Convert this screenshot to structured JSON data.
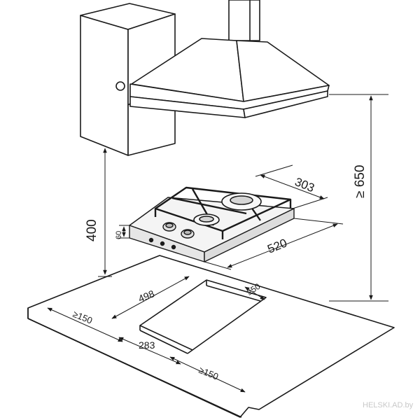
{
  "dimensions": {
    "depth_303": "303",
    "width_520": "520",
    "height_650": "≥ 650",
    "height_400": "400",
    "height_60": "60",
    "cutout_498": "498",
    "cutout_283": "283",
    "edge_left_150": "≥150",
    "edge_front_150": "≥150",
    "edge_back_50": "≥50"
  },
  "watermark": "HELSKI.AD.by",
  "colors": {
    "line": "#1a1a1a",
    "hood_fill": "#ffffff",
    "dim_line": "#1a1a1a",
    "watermark": "#c8c8c8"
  }
}
